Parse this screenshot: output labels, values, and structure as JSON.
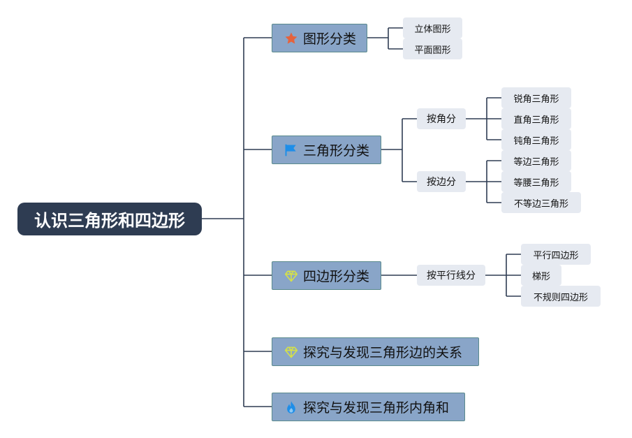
{
  "root": {
    "label": "认识三角形和四边形"
  },
  "branches": [
    {
      "label": "图形分类",
      "icon": "star-icon",
      "icon_color": "#e5633d",
      "children": [
        {
          "label": "立体图形"
        },
        {
          "label": "平面图形"
        }
      ]
    },
    {
      "label": "三角形分类",
      "icon": "flag-icon",
      "icon_color": "#1e8ee8",
      "children": [
        {
          "label": "按角分",
          "children": [
            {
              "label": "锐角三角形"
            },
            {
              "label": "直角三角形"
            },
            {
              "label": "钝角三角形"
            }
          ]
        },
        {
          "label": "按边分",
          "children": [
            {
              "label": "等边三角形"
            },
            {
              "label": "等腰三角形"
            },
            {
              "label": "不等边三角形"
            }
          ]
        }
      ]
    },
    {
      "label": "四边形分类",
      "icon": "diamond-icon",
      "icon_color": "#d4e04a",
      "children": [
        {
          "label": "按平行线分",
          "children": [
            {
              "label": "平行四边形"
            },
            {
              "label": "梯形"
            },
            {
              "label": "不规则四边形"
            }
          ]
        }
      ]
    },
    {
      "label": "探究与发现三角形边的关系",
      "icon": "diamond-icon",
      "icon_color": "#d4e04a",
      "children": []
    },
    {
      "label": "探究与发现三角形内角和",
      "icon": "flame-icon",
      "icon_color": "#1e8ee8",
      "children": []
    }
  ],
  "colors": {
    "line": "#2e3c52",
    "root_fill": "#2e3c52",
    "branch_fill": "#89a5c8",
    "branch_border": "#5a8a8c",
    "leaf_fill": "#e6eaf1"
  }
}
